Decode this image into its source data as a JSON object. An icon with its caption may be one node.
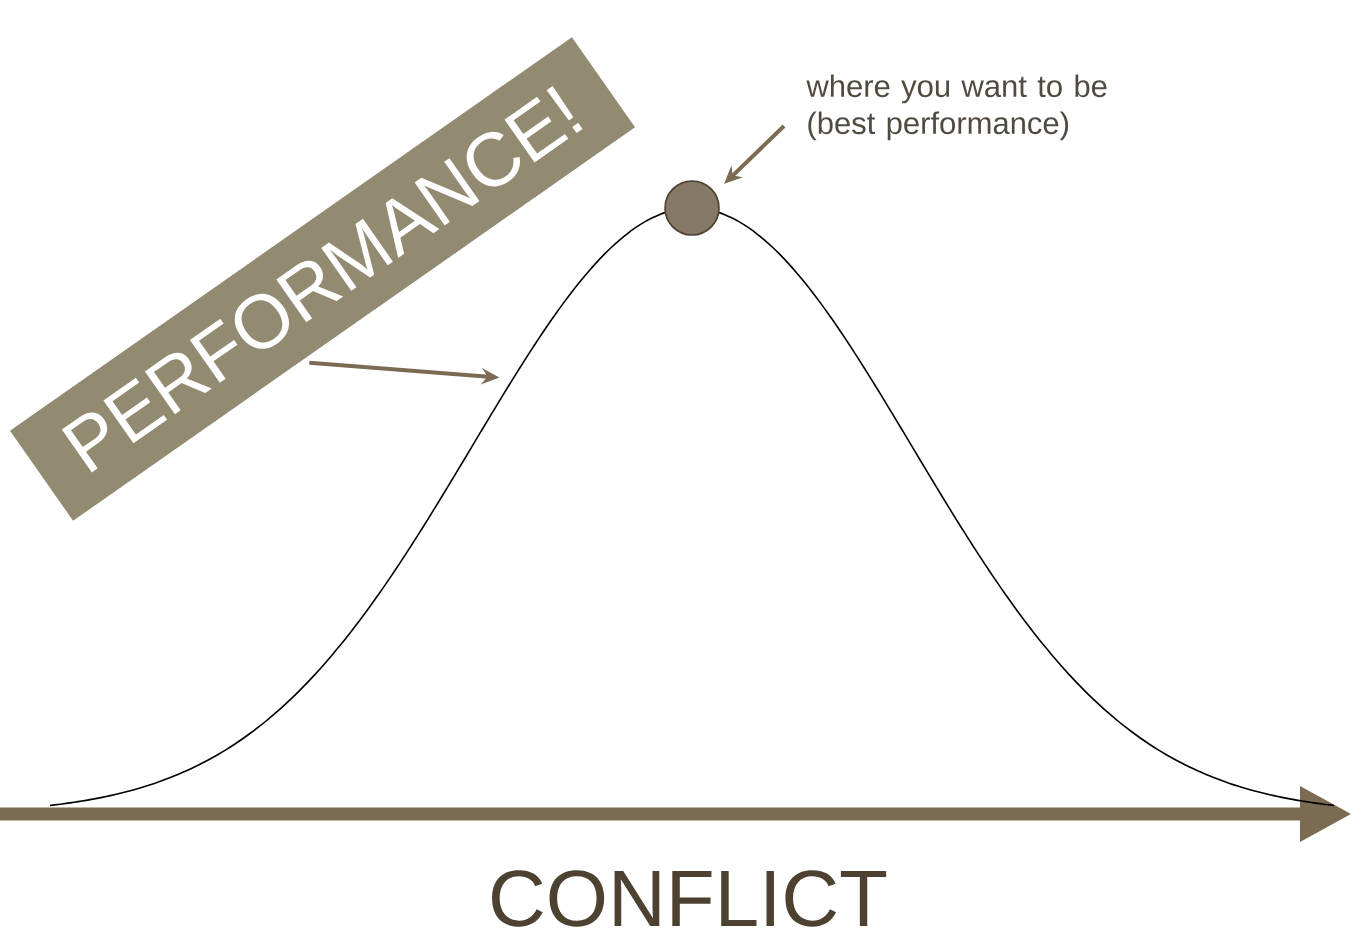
{
  "diagram": {
    "nodes": [
      {
        "text": [
          "PERFORMANCE!"
        ]
      },
      {
        "text": [],
        "shape": "curve"
      },
      {
        "text": [],
        "shape": "circle"
      },
      {
        "text": [
          "where you want to be (best performance)"
        ]
      }
    ],
    "edges": [
      {
        "from": 0,
        "to": 1,
        "arrow": "to"
      },
      {
        "from": 3,
        "to": 2,
        "arrow": "to"
      }
    ],
    "labels": [
      "CONFLICT"
    ]
  }
}
